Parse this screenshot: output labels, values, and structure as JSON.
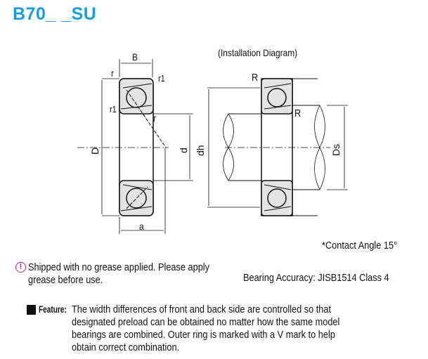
{
  "title": "B70_ _SU",
  "diagram": {
    "install_caption": "(Installation Diagram)",
    "labels": {
      "B": "B",
      "D": "D",
      "a": "a",
      "d": "d",
      "r": "r",
      "r1": "r1",
      "dh": "dh",
      "Ds": "Ds",
      "R": "R"
    },
    "contact_angle": "*Contact Angle 15°"
  },
  "note": {
    "icon": "warning-icon",
    "text": "Shipped with no grease applied. Please apply grease before use."
  },
  "accuracy": "Bearing Accuracy: JISB1514 Class 4",
  "feature": {
    "label": "Feature:",
    "text": "The width differences of front and back side are controlled so that designated preload can be obtained no matter how the same model bearings are combined. Outer ring is marked with a V mark to help obtain correct combination."
  },
  "colors": {
    "title": "#1a9be0",
    "warning": "#d0157a",
    "ring_fill": "#e4e4e4"
  }
}
